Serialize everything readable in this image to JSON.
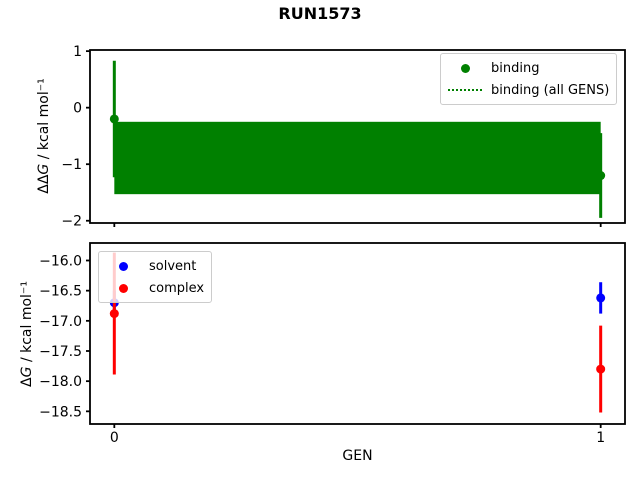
{
  "figure": {
    "title": "RUN1573"
  },
  "chart_data": [
    {
      "type": "scatter",
      "ylabel": "ΔΔG / kcal mol⁻¹",
      "ylabel_parts": {
        "prefix": "ΔΔ",
        "var": "G",
        "suffix": " / kcal mol⁻¹"
      },
      "x": [
        0,
        1
      ],
      "series": [
        {
          "name": "binding",
          "color": "#008000",
          "marker": "circle",
          "y": [
            -0.2,
            -1.2
          ],
          "yerr": [
            1.03,
            0.75
          ]
        }
      ],
      "band": {
        "name": "binding (all GENS)",
        "color": "#008000",
        "line_style": "dotted",
        "x": [
          0,
          1
        ],
        "center": -0.89,
        "low": -1.53,
        "high": -0.25
      },
      "xlim": [
        -0.05,
        1.05
      ],
      "ylim": [
        -2.04,
        1.02
      ],
      "yticks": [
        1,
        0,
        -1,
        -2
      ],
      "ytick_labels": [
        "1",
        "0",
        "−1",
        "−2"
      ],
      "xticks": [
        0,
        1
      ],
      "grid": false,
      "legend": {
        "position": "upper right",
        "entries": [
          "binding",
          "binding (all GENS)"
        ]
      }
    },
    {
      "type": "scatter",
      "ylabel": "ΔG / kcal mol⁻¹",
      "ylabel_parts": {
        "prefix": "Δ",
        "var": "G",
        "suffix": " / kcal mol⁻¹"
      },
      "xlabel": "GEN",
      "x": [
        0,
        1
      ],
      "series": [
        {
          "name": "solvent",
          "color": "#0000ff",
          "marker": "circle",
          "y": [
            -16.7,
            -16.62
          ],
          "yerr": [
            0.2,
            0.26
          ]
        },
        {
          "name": "complex",
          "color": "#ff0000",
          "marker": "circle",
          "y": [
            -16.88,
            -17.8
          ],
          "yerr": [
            1.01,
            0.72
          ]
        }
      ],
      "xlim": [
        -0.05,
        1.05
      ],
      "ylim": [
        -18.71,
        -15.71
      ],
      "yticks": [
        -16.0,
        -16.5,
        -17.0,
        -17.5,
        -18.0,
        -18.5
      ],
      "ytick_labels": [
        "−16.0",
        "−16.5",
        "−17.0",
        "−17.5",
        "−18.0",
        "−18.5"
      ],
      "xticks": [
        0,
        1
      ],
      "xtick_labels": [
        "0",
        "1"
      ],
      "grid": false,
      "legend": {
        "position": "upper left",
        "entries": [
          "solvent",
          "complex"
        ]
      }
    }
  ]
}
